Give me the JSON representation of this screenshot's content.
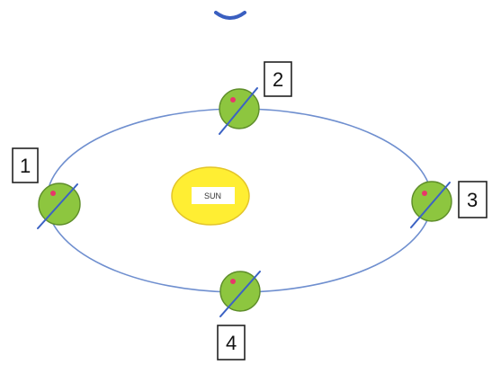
{
  "colors": {
    "orbit": "#6f8fcf",
    "earth_fill": "#8dc63f",
    "earth_stroke": "#5e8d2a",
    "axis": "#3b62c4",
    "marker": "#e8366a",
    "sun_fill": "#ffee33",
    "sun_stroke": "#e3c52a",
    "top_arc": "#3a5fc0"
  },
  "sun": {
    "label": "SUN"
  },
  "positions": [
    {
      "label": "1"
    },
    {
      "label": "2"
    },
    {
      "label": "3"
    },
    {
      "label": "4"
    }
  ]
}
